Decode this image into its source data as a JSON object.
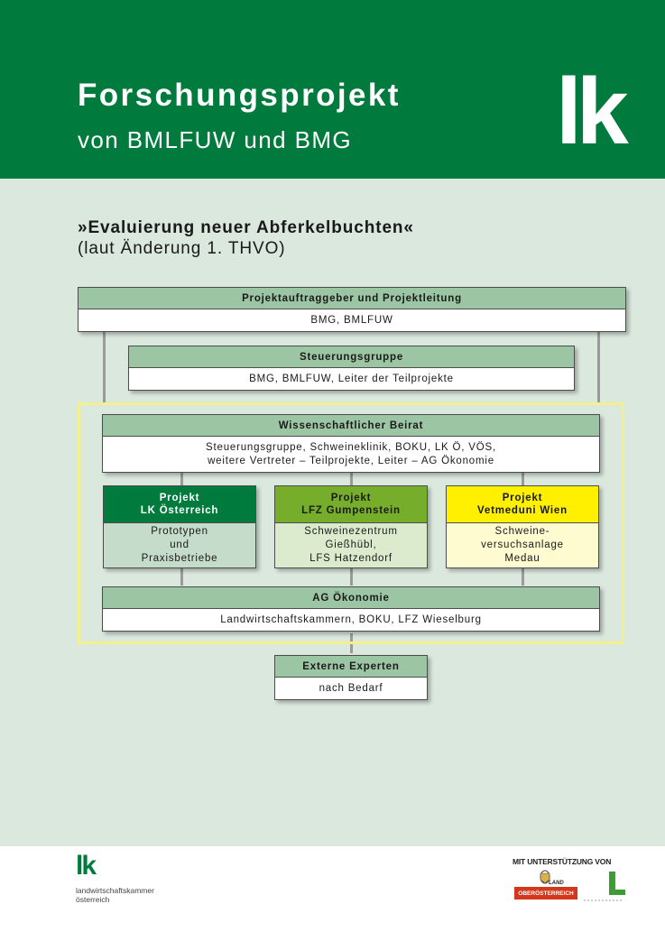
{
  "header": {
    "title": "Forschungsprojekt",
    "subtitle": "von BMLFUW und BMG",
    "logo": "lk",
    "colors": {
      "green": "#007a3d"
    }
  },
  "intro": {
    "title": "»Evaluierung neuer Abferkelbuchten«",
    "subtitle": "(laut Änderung 1. THVO)"
  },
  "org": {
    "auftraggeber": {
      "title": "Projektauftraggeber und Projektleitung",
      "body": "BMG, BMLFUW"
    },
    "steuerung": {
      "title": "Steuerungsgruppe",
      "body": "BMG, BMLFUW, Leiter der Teilprojekte"
    },
    "beirat": {
      "title": "Wissenschaftlicher Beirat",
      "body_line1": "Steuerungsgruppe, Schweineklinik, BOKU, LK Ö, VÖS,",
      "body_line2": "weitere Vertreter – Teilprojekte, Leiter – AG Ökonomie"
    },
    "projects": [
      {
        "title_line1": "Projekt",
        "title_line2": "LK Österreich",
        "body_line1": "Prototypen",
        "body_line2": "und",
        "body_line3": "Praxisbetriebe",
        "color": "#007a3d"
      },
      {
        "title_line1": "Projekt",
        "title_line2": "LFZ Gumpenstein",
        "body_line1": "Schweinezentrum",
        "body_line2": "Gießhübl,",
        "body_line3": "LFS Hatzendorf",
        "color": "#76ad2a"
      },
      {
        "title_line1": "Projekt",
        "title_line2": "Vetmeduni Wien",
        "body_line1": "Schweine-",
        "body_line2": "versuchsanlage",
        "body_line3": "Medau",
        "color": "#fff000"
      }
    ],
    "oekonomie": {
      "title": "AG Ökonomie",
      "body": "Landwirtschaftskammern, BOKU, LFZ Wieselburg"
    },
    "experten": {
      "title": "Externe Experten",
      "body": "nach Bedarf"
    }
  },
  "footer": {
    "logo": "lk",
    "org_line1": "landwirtschaftskammer",
    "org_line2": "österreich",
    "support": "MIT UNTERSTÜTZUNG VON",
    "partner1_label": "LAND",
    "partner1_name": "OBERÖSTERREICH"
  }
}
